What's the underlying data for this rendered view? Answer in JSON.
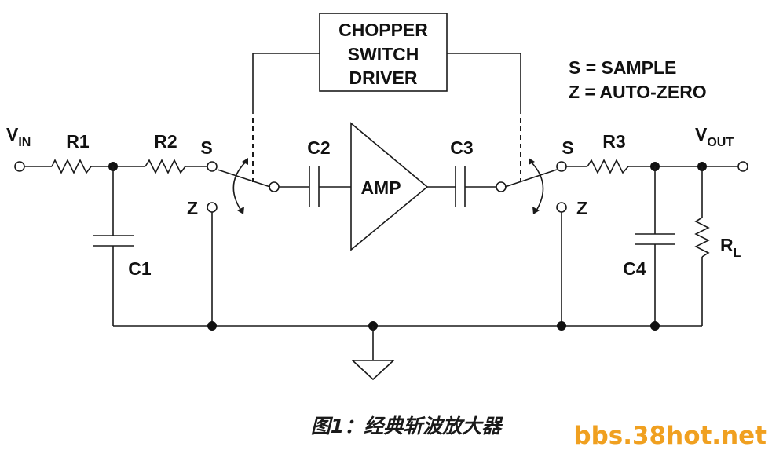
{
  "driver": {
    "line1": "CHOPPER",
    "line2": "SWITCH",
    "line3": "DRIVER"
  },
  "legend": {
    "sample": "S = SAMPLE",
    "autozero": "Z = AUTO-ZERO"
  },
  "labels": {
    "vin_main": "V",
    "vin_sub": "IN",
    "vout_main": "V",
    "vout_sub": "OUT",
    "r1": "R1",
    "r2": "R2",
    "r3": "R3",
    "rl_main": "R",
    "rl_sub": "L",
    "c1": "C1",
    "c2": "C2",
    "c3": "C3",
    "c4": "C4",
    "amp": "AMP",
    "s_left": "S",
    "z_left": "Z",
    "s_right": "S",
    "z_right": "Z"
  },
  "caption": "图1：经典斩波放大器",
  "watermark": "bbs.38hot.net"
}
